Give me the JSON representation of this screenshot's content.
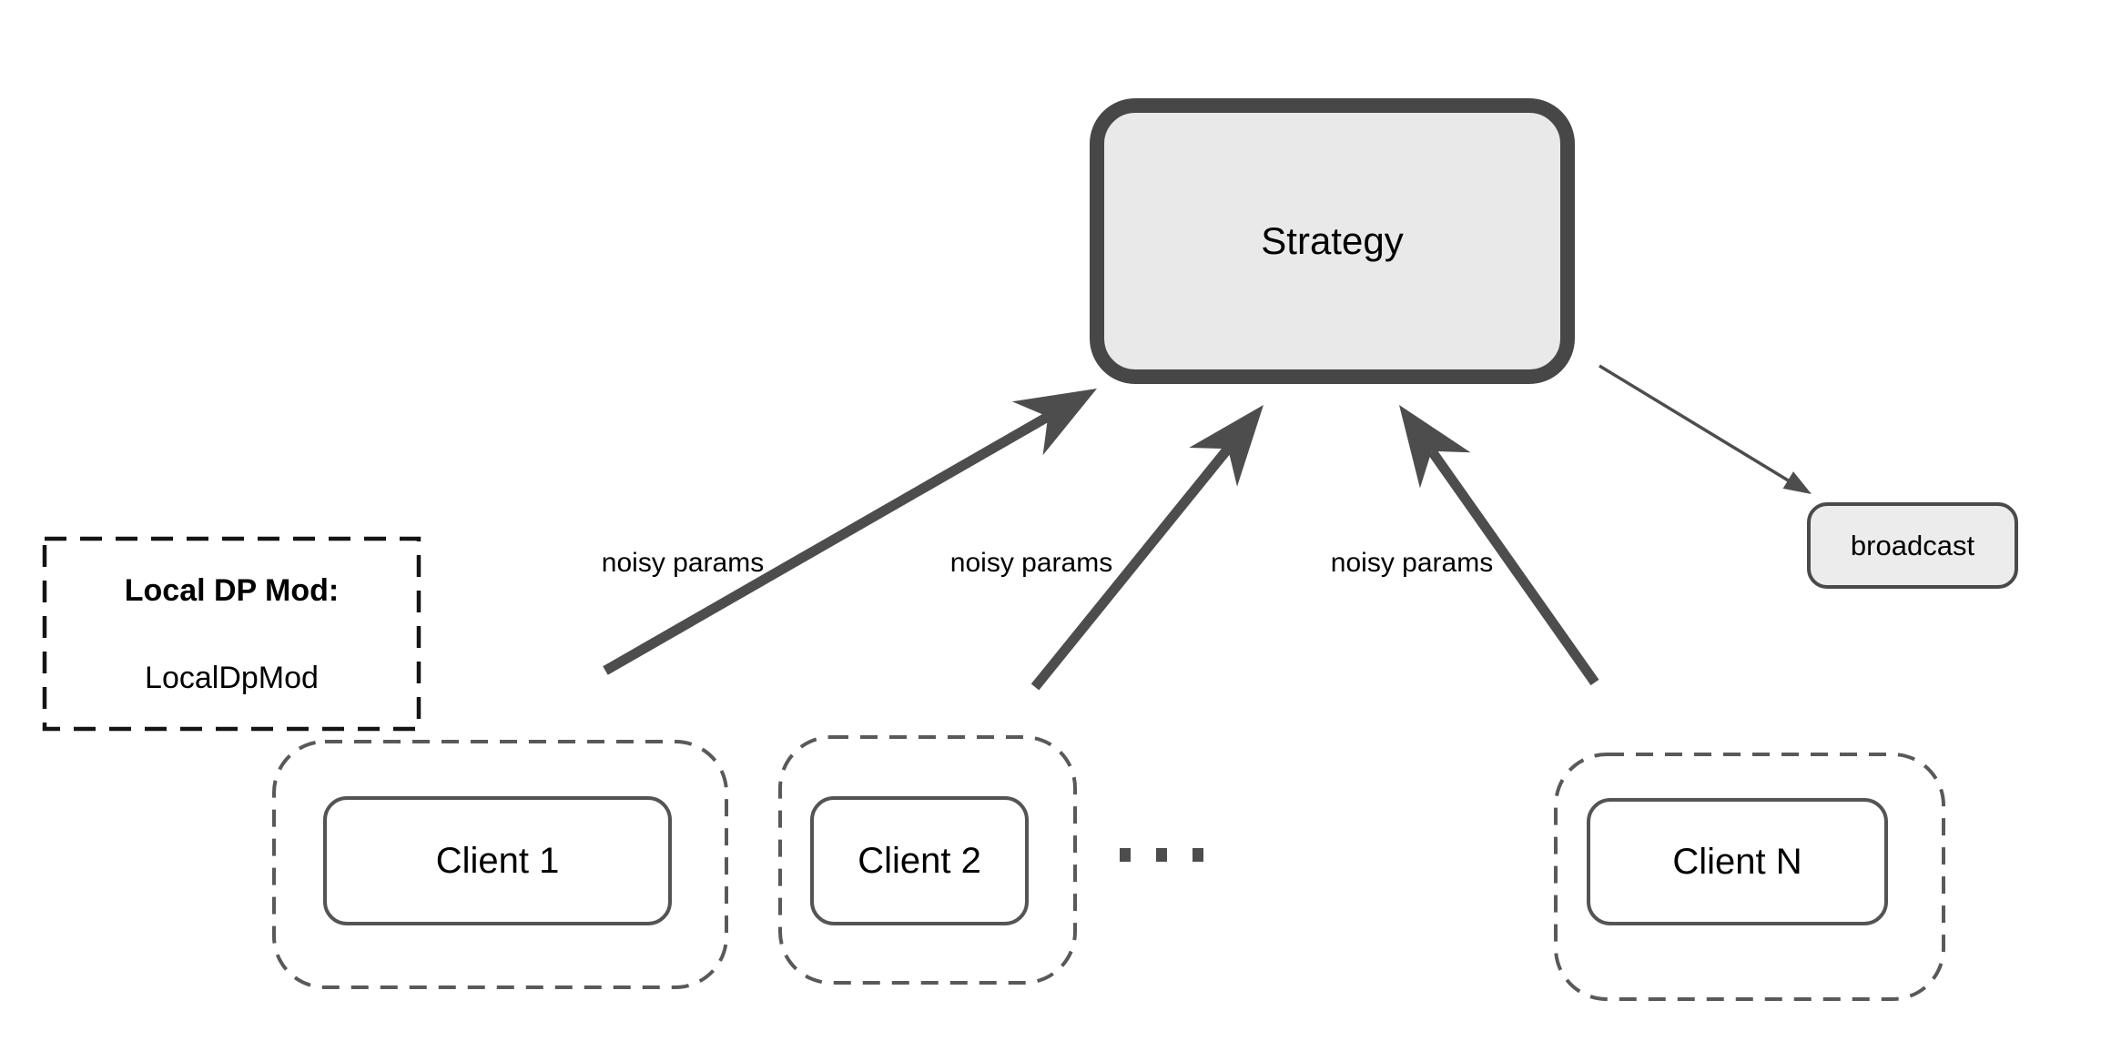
{
  "nodes": {
    "strategy": {
      "label": "Strategy"
    },
    "broadcast": {
      "label": "broadcast"
    },
    "local_dp_mod": {
      "heading": "Local DP Mod:",
      "value": "LocalDpMod"
    },
    "clients": [
      {
        "label": "Client 1"
      },
      {
        "label": "Client 2"
      },
      {
        "label": "Client N"
      }
    ],
    "clients_ellipsis": "..."
  },
  "edges": {
    "client_to_strategy_labels": [
      "noisy params",
      "noisy params",
      "noisy params"
    ]
  },
  "colors": {
    "background": "#ffffff",
    "node_fill": "#e9e9e9",
    "node_border": "#474747",
    "client_border": "#545454",
    "dashed_outline": "#595959",
    "local_dp_dash": "#141414",
    "arrow": "#4d4d4d",
    "text": "#000000"
  }
}
